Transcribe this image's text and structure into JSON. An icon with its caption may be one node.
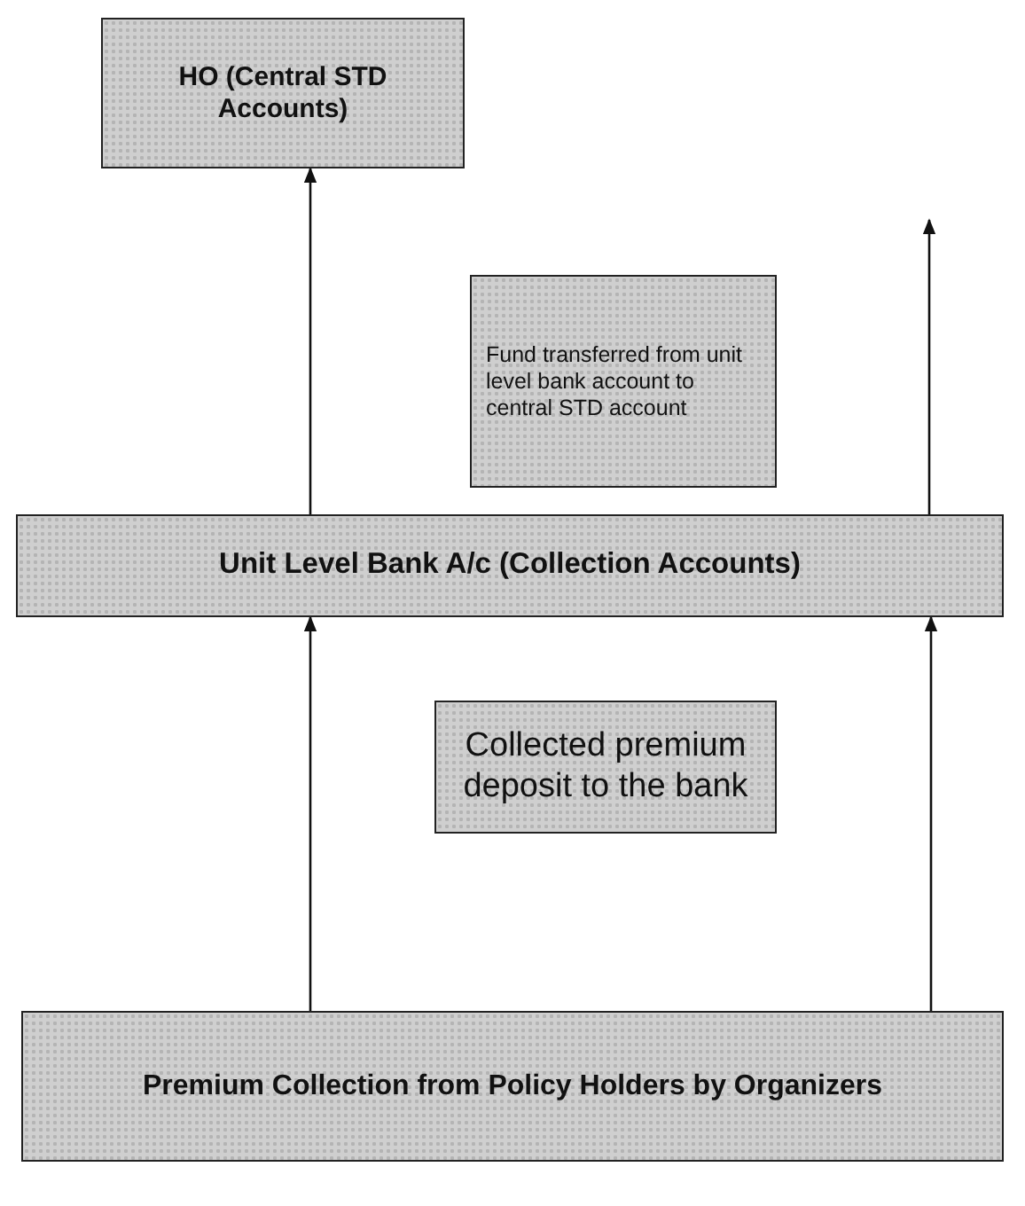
{
  "diagram": {
    "nodes": [
      {
        "text": [
          "HO (Central STD Accounts)"
        ]
      },
      {
        "text": [
          "Fund transferred from unit level bank account to central STD account"
        ]
      },
      {
        "text": [
          "Unit Level Bank A/c (Collection Accounts)"
        ]
      },
      {
        "text": [
          "Collected premium deposit to the bank"
        ]
      },
      {
        "text": [
          "Premium Collection from Policy Holders by Organizers"
        ]
      }
    ],
    "edges": [
      {
        "from": 2,
        "to": 0,
        "arrow": "to"
      },
      {
        "from": 2,
        "to": null,
        "arrow": "to"
      },
      {
        "from": 4,
        "to": 2,
        "arrow": "to"
      },
      {
        "from": 4,
        "to": 2,
        "arrow": "to"
      }
    ]
  }
}
